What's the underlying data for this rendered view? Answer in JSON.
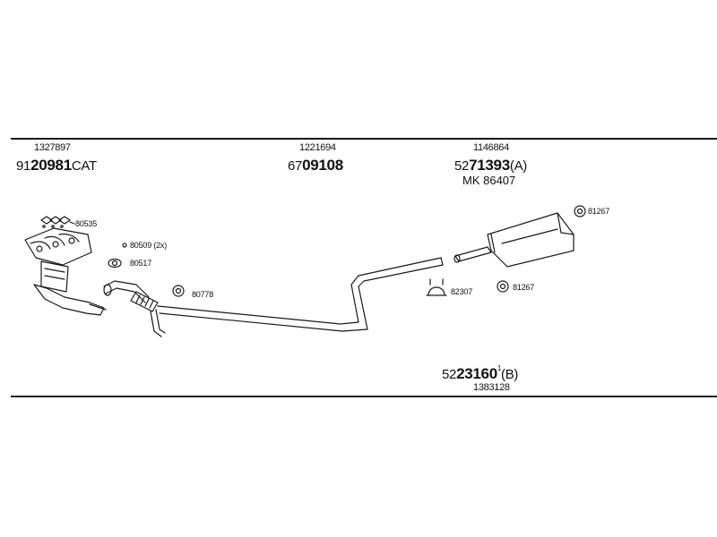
{
  "groups": [
    {
      "ref": "1327897",
      "pn_prefix": "91",
      "pn_bold": "20981",
      "pn_suffix": "CAT"
    },
    {
      "ref": "1221694",
      "pn_prefix": "67",
      "pn_bold": "09108",
      "pn_suffix": ""
    },
    {
      "ref": "1146864",
      "pn_prefix": "52",
      "pn_bold": "71393",
      "pn_suffix": "(A)",
      "extra": "MK  86407"
    },
    {
      "ref": "1383128",
      "pn_prefix": "52",
      "pn_bold": "23160",
      "pn_mark": "1",
      "pn_suffix": "(B)"
    }
  ],
  "callouts": {
    "gasket_set": "80535",
    "bolts": "80509 (2x)",
    "flange_gasket": "80517",
    "front_clamp": "80778",
    "rubber_mount_top": "81267",
    "rubber_mount_bottom": "81267",
    "u_clamp": "82307"
  }
}
